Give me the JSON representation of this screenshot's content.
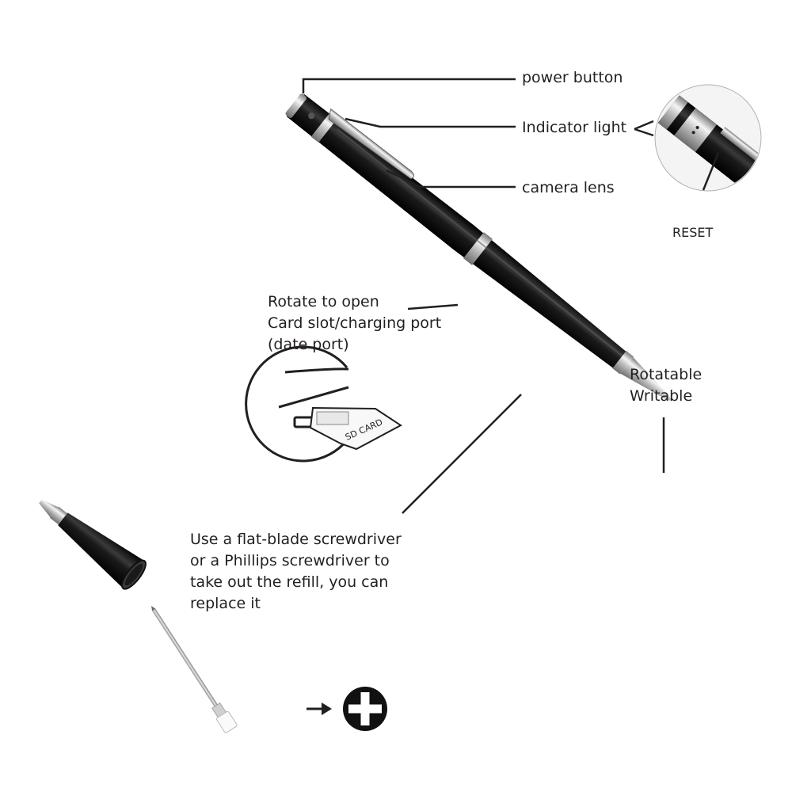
{
  "labels": {
    "power_button": "power button",
    "indicator_light": "Indicator light",
    "camera_lens": "camera lens",
    "reset": "RESET",
    "rotate_open": [
      "Rotate to open",
      "Card slot/charging port",
      "(date port)"
    ],
    "rotatable_writable": [
      "Rotatable",
      "Writable"
    ],
    "screwdriver_note": [
      "Use a flat-blade screwdriver",
      "or a Phillips screwdriver to",
      "take out the refill, you can",
      "replace it"
    ]
  },
  "sd_card": {
    "text": "SD CARD"
  },
  "icons": {
    "arrow": "arrow-right-icon",
    "phillips": "phillips-screwdriver-icon"
  },
  "colors": {
    "text": "#231f20",
    "pen_body": "#0d0d0d",
    "chrome": "#c9c9c9",
    "line": "#231f20"
  }
}
